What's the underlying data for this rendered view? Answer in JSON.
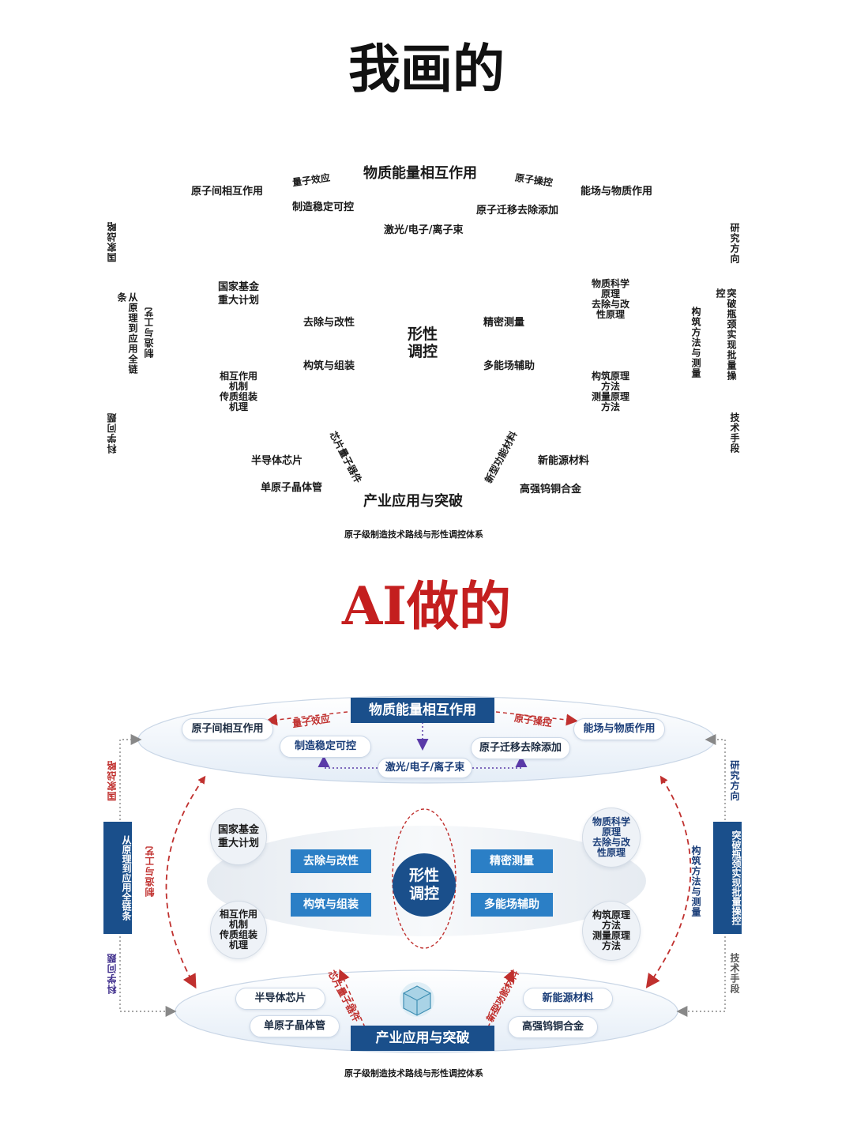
{
  "headings": {
    "top": "我画的",
    "bottom": "AI做的"
  },
  "diagram": {
    "top_banner": "物质能量相互作用",
    "bottom_banner": "产业应用与突破",
    "caption": "原子级制造技术路线与形性调控体系",
    "top_items": {
      "left": "原子间相互作用",
      "quantum_effect": "量子效应",
      "stable_control": "制造稳定可控",
      "atom_manip": "原子操控",
      "right": "能场与物质作用",
      "migration": "原子迁移去除添加",
      "beam": "激光/电子/离子束"
    },
    "center": {
      "core_line1": "形性",
      "core_line2": "调控",
      "remove_modify": "去除与改性",
      "build_assemble": "构筑与组装",
      "precise_measure": "精密测量",
      "multi_field": "多能场辅助"
    },
    "left_circles": {
      "fund": [
        "国家基金",
        "重大计划"
      ],
      "mechanism": [
        "相互作用",
        "机制",
        "传质组装",
        "机理"
      ]
    },
    "right_circles": {
      "science": [
        "物质科学",
        "原理",
        "去除与改",
        "性原理"
      ],
      "build": [
        "构筑原理",
        "方法",
        "测量原理",
        "方法"
      ]
    },
    "bottom_items": {
      "semiconductor": "半导体芯片",
      "single_atom": "单原子晶体管",
      "chip_quantum": "芯片量子器件",
      "new_functional": "新型功能材料",
      "new_energy": "新能源材料",
      "alloy": "高强钨铜合金"
    },
    "left_side": {
      "national_strategy": "国家战略",
      "chain": "从原理到应用全链条",
      "science_problem": "科学问题",
      "manufacture_process": "制造与工艺"
    },
    "right_side": {
      "research_direction": "研究方向",
      "breakthrough": "突破瓶颈实现批量操控",
      "build_measure": "构筑方法与测量",
      "tech_means": "技术手段"
    }
  }
}
